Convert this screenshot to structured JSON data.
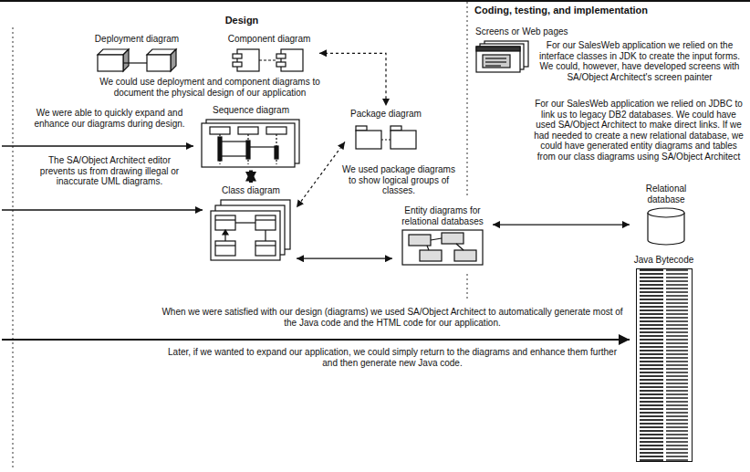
{
  "diagram": {
    "nodes": [
      {
        "text": [
          "Deployment diagram"
        ]
      },
      {
        "text": [
          "Component diagram"
        ]
      },
      {
        "text": [
          "Screens or Web pages"
        ]
      },
      {
        "text": [
          "Sequence diagram"
        ]
      },
      {
        "text": [
          "Package diagram"
        ]
      },
      {
        "text": [
          "Class diagram"
        ]
      },
      {
        "text": [
          "Entity diagrams for relational databases"
        ]
      },
      {
        "text": [
          "Relational database"
        ]
      },
      {
        "text": [
          "Java Bytecode"
        ]
      }
    ],
    "edges": [
      {
        "from": 1,
        "to": 4,
        "arrow": "both"
      },
      {
        "from": 3,
        "to": 5,
        "arrow": "both"
      },
      {
        "from": 4,
        "to": 5,
        "arrow": "both"
      },
      {
        "from": 5,
        "to": 6,
        "arrow": "both"
      },
      {
        "from": 7,
        "to": 6,
        "arrow": "both"
      }
    ],
    "labels": [
      "Design",
      "Coding, testing, and implementation",
      "We could use deployment and component diagrams to document the physical design of our application",
      "For our SalesWeb application we relied on the interface classes in JDK to create the input forms. We could, however, have developed screens with SA/Object Architect's screen painter",
      "For our SalesWeb application we relied on JDBC to link us to legacy DB2 databases. We could have used SA/Object Architect to make direct links. If we had needed to create a new relational database, we could have generated entity diagrams and tables from our class diagrams using SA/Object Architect",
      "We were able to quickly expand and enhance our diagrams during design.",
      "The SA/Object Architect editor prevents us from drawing illegal or inaccurate UML diagrams.",
      "We used package diagrams to show logical groups of classes.",
      "When we were satisfied with our design (diagrams) we used SA/Object Architect to automatically generate most of the Java code and the HTML code for our application.",
      "Later, if we wanted to expand our application, we could simply return to the diagrams and enhance them further and then generate new Java code."
    ]
  }
}
